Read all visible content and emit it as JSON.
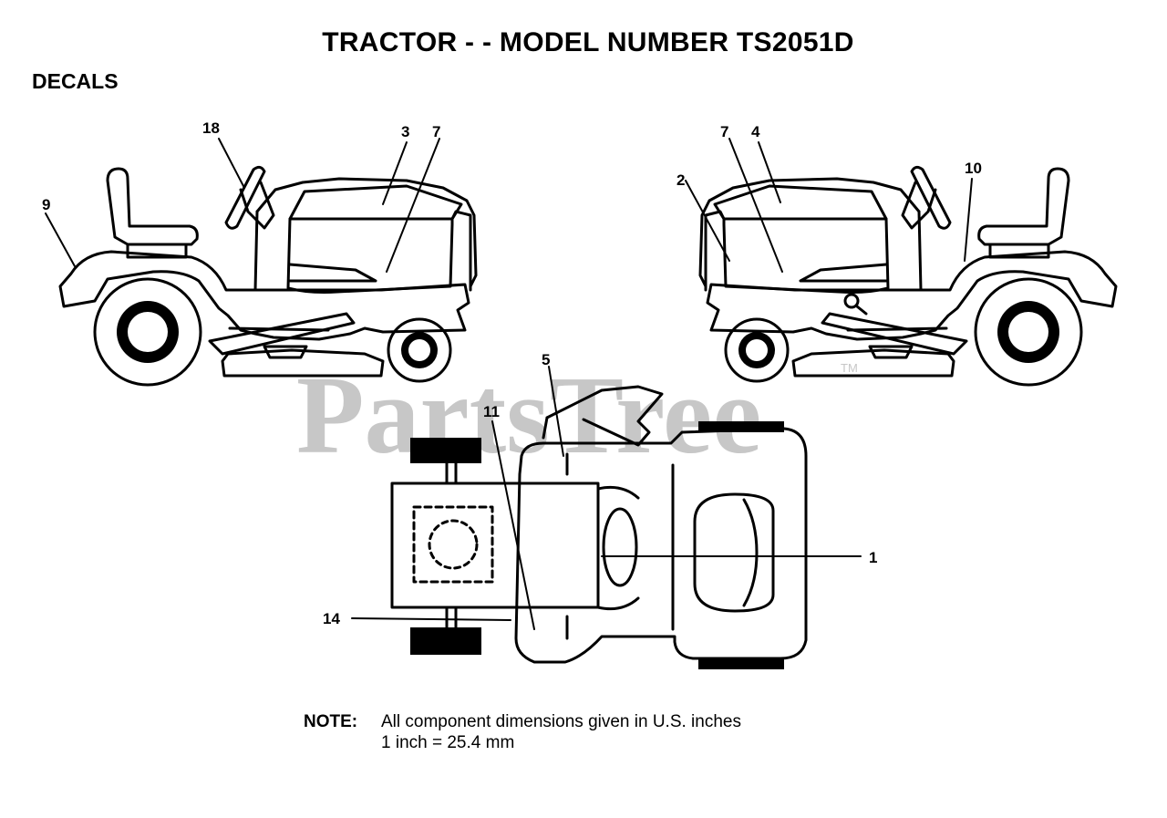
{
  "title": "TRACTOR - - MODEL NUMBER TS2051D",
  "section": "DECALS",
  "watermark": "PartsTree",
  "trademark": "TM",
  "callouts": {
    "c1": "1",
    "c2": "2",
    "c3": "3",
    "c4": "4",
    "c5": "5",
    "c7a": "7",
    "c7b": "7",
    "c9": "9",
    "c10": "10",
    "c11": "11",
    "c14": "14",
    "c18": "18"
  },
  "note": {
    "label": "NOTE:",
    "line1": "All component dimensions given in U.S. inches",
    "line2": "1 inch = 25.4 mm"
  }
}
